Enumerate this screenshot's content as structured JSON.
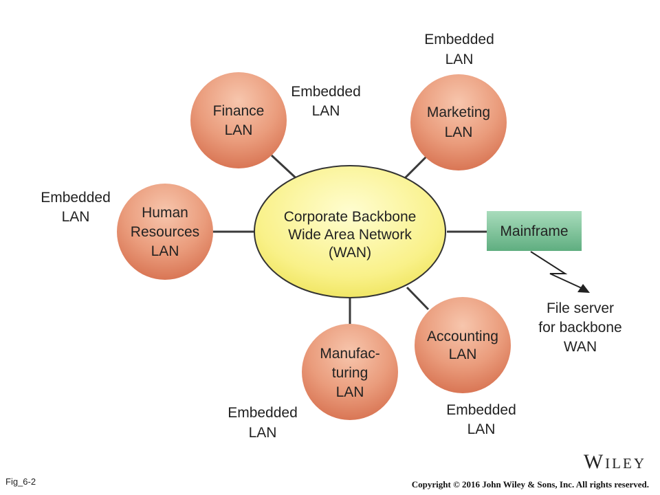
{
  "diagram": {
    "backbone": {
      "lines": [
        "Corporate Backbone",
        "Wide Area Network",
        "(WAN)"
      ]
    },
    "nodes": {
      "finance": [
        "Finance",
        "LAN"
      ],
      "marketing": [
        "Marketing",
        "LAN"
      ],
      "hr": [
        "Human",
        "Resources",
        "LAN"
      ],
      "manufacturing": [
        "Manufac-",
        "turing",
        "LAN"
      ],
      "accounting": [
        "Accounting",
        "LAN"
      ]
    },
    "mainframe": "Mainframe",
    "file_server": [
      "File server",
      "for backbone",
      "WAN"
    ],
    "embedded_labels": {
      "finance": [
        "Embedded",
        "LAN"
      ],
      "marketing": [
        "Embedded",
        "LAN"
      ],
      "hr": [
        "Embedded",
        "LAN"
      ],
      "manufacturing": [
        "Embedded",
        "LAN"
      ],
      "accounting": [
        "Embedded",
        "LAN"
      ]
    }
  },
  "footer": {
    "figure_id": "Fig_6-2",
    "logo_text": "Wiley",
    "copyright": "Copyright © 2016 John Wiley & Sons, Inc. All rights reserved."
  },
  "colors": {
    "lan_circle": "#e28a6b",
    "backbone_ellipse": "#f8f07a",
    "mainframe_box": "#7ec39a",
    "line": "#3a3a3a"
  }
}
